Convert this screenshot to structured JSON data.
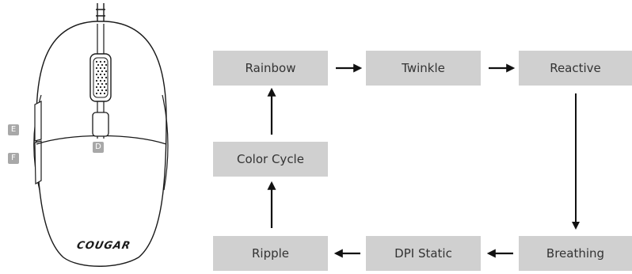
{
  "mouse": {
    "brand": "COUGAR",
    "buttons": {
      "e": "E",
      "f": "F",
      "d": "D"
    }
  },
  "modes": {
    "rainbow": "Rainbow",
    "twinkle": "Twinkle",
    "reactive": "Reactive",
    "breathing": "Breathing",
    "dpi_static": "DPI Static",
    "ripple": "Ripple",
    "color_cycle": "Color Cycle"
  },
  "colors": {
    "box_fill": "#d0d0d0",
    "box_text": "#333333",
    "badge_fill": "#a8a8a8",
    "arrow": "#111111",
    "outline": "#1a1a1a"
  }
}
